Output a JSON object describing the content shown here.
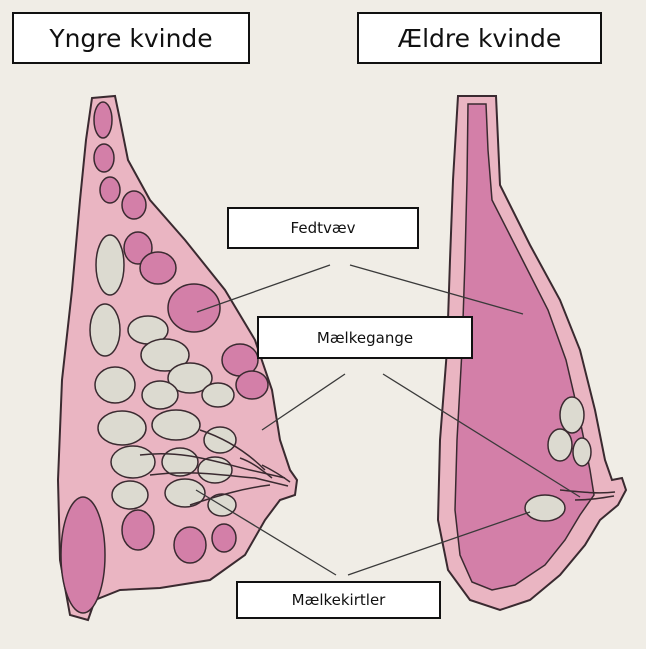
{
  "labels": {
    "young_woman": "Yngre kvinde",
    "older_woman": "Ældre kvinde",
    "fat_tissue": "Fedtvæv",
    "milk_ducts": "Mælkegange",
    "milk_glands": "Mælkekirtler"
  },
  "colors": {
    "background": "#f0ede6",
    "breast_tissue": "#eab5c2",
    "gland_lobes": "#d37fa8",
    "fat_lobules": "#dcdad0",
    "outline": "#3a2a30"
  }
}
